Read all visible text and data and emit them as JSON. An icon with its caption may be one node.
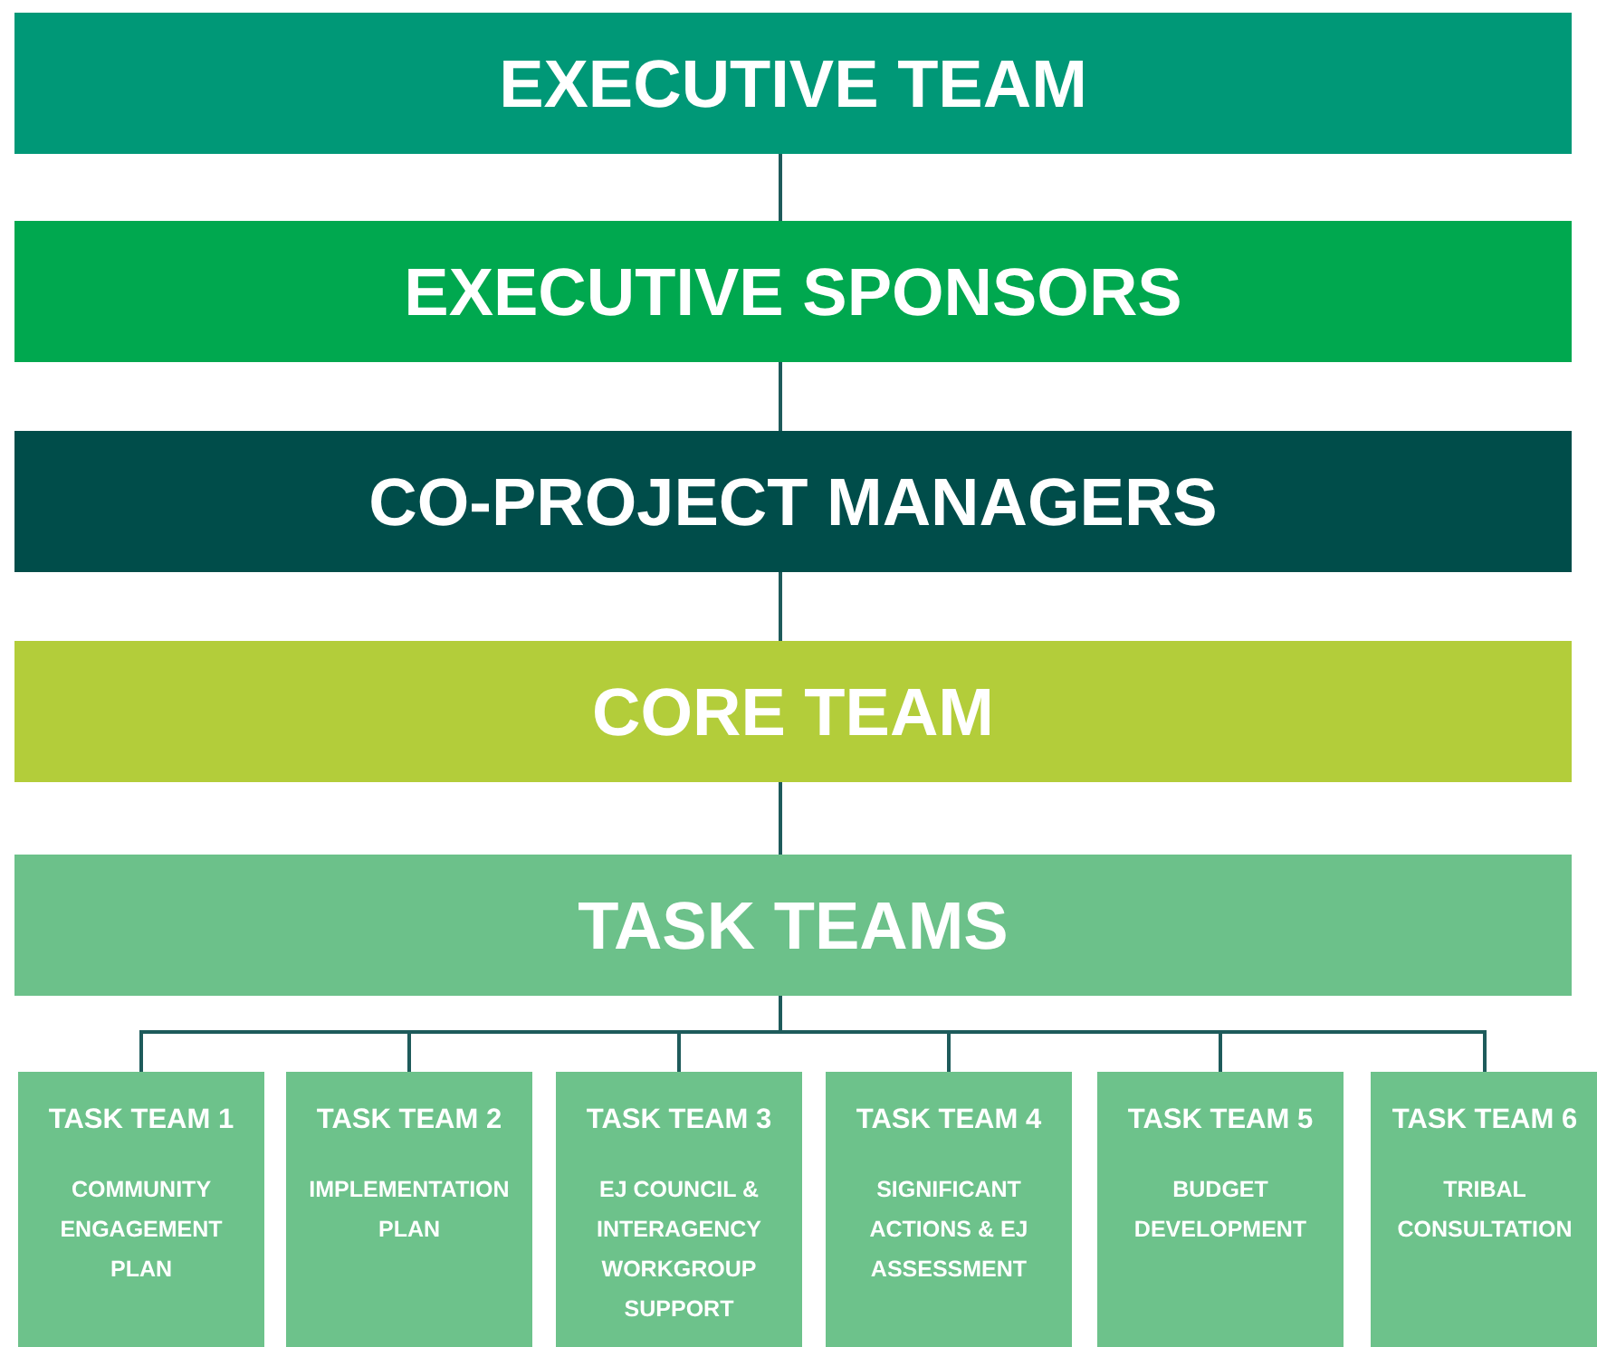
{
  "diagram": {
    "nodes": [
      {
        "text": [
          "EXECUTIVE TEAM"
        ]
      },
      {
        "text": [
          "EXECUTIVE SPONSORS"
        ]
      },
      {
        "text": [
          "CO-PROJECT MANAGERS"
        ]
      },
      {
        "text": [
          "CORE TEAM"
        ]
      },
      {
        "text": [
          "TASK TEAMS"
        ]
      },
      {
        "text": [
          "TASK TEAM 1",
          "COMMUNITY ENGAGEMENT PLAN"
        ]
      },
      {
        "text": [
          "TASK TEAM 2",
          "IMPLEMENTATION PLAN"
        ]
      },
      {
        "text": [
          "TASK TEAM 3",
          "EJ COUNCIL & INTERAGENCY WORKGROUP SUPPORT"
        ]
      },
      {
        "text": [
          "TASK TEAM 4",
          "SIGNIFICANT ACTIONS & EJ ASSESSMENT"
        ]
      },
      {
        "text": [
          "TASK TEAM 5",
          "BUDGET DEVELOPMENT"
        ]
      },
      {
        "text": [
          "TASK TEAM 6",
          "TRIBAL CONSULTATION"
        ]
      }
    ],
    "edges": [
      {
        "from": 0,
        "to": 1,
        "arrow": "none"
      },
      {
        "from": 1,
        "to": 2,
        "arrow": "none"
      },
      {
        "from": 2,
        "to": 3,
        "arrow": "none"
      },
      {
        "from": 3,
        "to": 4,
        "arrow": "none"
      },
      {
        "from": 4,
        "to": 5,
        "arrow": "none"
      },
      {
        "from": 4,
        "to": 6,
        "arrow": "none"
      },
      {
        "from": 4,
        "to": 7,
        "arrow": "none"
      },
      {
        "from": 4,
        "to": 8,
        "arrow": "none"
      },
      {
        "from": 4,
        "to": 9,
        "arrow": "none"
      },
      {
        "from": 4,
        "to": 10,
        "arrow": "none"
      }
    ]
  }
}
